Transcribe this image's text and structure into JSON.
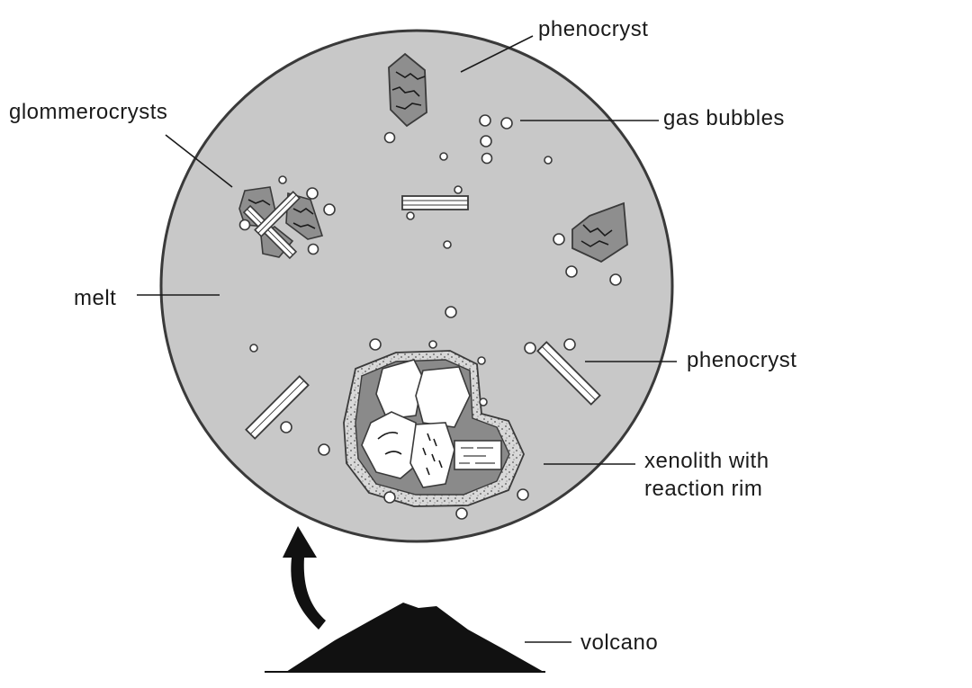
{
  "labels": {
    "phenocryst_top": "phenocryst",
    "gas_bubbles": "gas bubbles",
    "glommerocrysts": "glommerocrysts",
    "melt": "melt",
    "phenocryst_right": "phenocryst",
    "xenolith_line1": "xenolith with",
    "xenolith_line2": "reaction rim",
    "volcano": "volcano"
  },
  "colors": {
    "melt": "#c8c8c8",
    "crystal": "#8e8e8e",
    "outline": "#3a3a3a",
    "volcano": "#111111",
    "rim": "#d4d4d4"
  }
}
